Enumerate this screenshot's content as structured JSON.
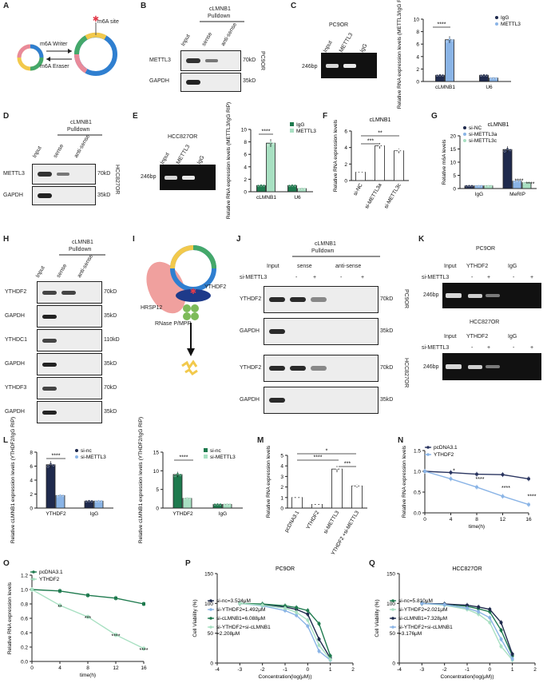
{
  "panels": {
    "A": {
      "letter": "A",
      "m6a_site": "m6A site",
      "writer": "m6A Writer",
      "eraser": "m6A Eraser"
    },
    "B": {
      "letter": "B",
      "pulldown_l1": "cLMNB1",
      "pulldown_l2": "Pulldown",
      "lanes": [
        "Input",
        "sense",
        "anti-sense"
      ],
      "rows": [
        "METTL3",
        "GAPDH"
      ],
      "sizes": [
        "70kD",
        "35kD"
      ],
      "cell": "PC9OR"
    },
    "C": {
      "letter": "C",
      "gel_title": "PC9OR",
      "lanes": [
        "Input",
        "METTL3",
        "IgG"
      ],
      "bp": "246bp"
    },
    "D": {
      "letter": "D",
      "pulldown_l1": "cLMNB1",
      "pulldown_l2": "Pulldown",
      "lanes": [
        "Input",
        "sense",
        "anti-sense"
      ],
      "rows": [
        "METTL3",
        "GAPDH"
      ],
      "sizes": [
        "70kD",
        "35kD"
      ],
      "cell": "HCC827OR"
    },
    "E": {
      "letter": "E",
      "gel_title": "HCC827OR",
      "lanes": [
        "Input",
        "METTL3",
        "IgG"
      ],
      "bp": "246bp"
    },
    "F": {
      "letter": "F"
    },
    "G": {
      "letter": "G"
    },
    "H": {
      "letter": "H",
      "pulldown_l1": "cLMNB1",
      "pulldown_l2": "Pulldown",
      "lanes": [
        "Input",
        "sense",
        "anti-sense"
      ],
      "rows": [
        "YTHDF2",
        "GAPDH",
        "YTHDC1",
        "GAPDH",
        "YTHDF3",
        "GAPDH"
      ],
      "sizes": [
        "70kD",
        "35kD",
        "110kD",
        "35kD",
        "70kD",
        "35kD"
      ]
    },
    "I": {
      "letter": "I",
      "hrsp12": "HRSP12",
      "ythdf2": "YTHDF2",
      "rnase": "RNase P/MPR"
    },
    "J": {
      "letter": "J",
      "pulldown_l1": "cLMNB1",
      "pulldown_l2": "Pulldown",
      "lanes": [
        "Input",
        "sense",
        "anti-sense"
      ],
      "simettl3": "si-METTL3",
      "signs": [
        "-",
        "+",
        "-",
        "+"
      ],
      "rows": [
        "YTHDF2",
        "GAPDH",
        "YTHDF2",
        "GAPDH"
      ],
      "sizes": [
        "70kD",
        "35kD",
        "70kD",
        "35kD"
      ],
      "cells": [
        "PC9OR",
        "HCC827OR"
      ]
    },
    "K": {
      "letter": "K",
      "titles": [
        "PC9OR",
        "HCC827OR"
      ],
      "lanes": [
        "Input",
        "YTHDF2",
        "IgG"
      ],
      "simettl3": "si-METTL3",
      "signs": [
        "-",
        "+",
        "-",
        "+"
      ],
      "bp": "246bp"
    },
    "L": {
      "letter": "L"
    },
    "M": {
      "letter": "M"
    },
    "N": {
      "letter": "N"
    },
    "O": {
      "letter": "O"
    },
    "P": {
      "letter": "P"
    },
    "Q": {
      "letter": "Q"
    }
  },
  "chart_data": [
    {
      "id": "C",
      "type": "bar",
      "categories": [
        "cLMNB1",
        "U6"
      ],
      "series": [
        {
          "name": "IgG",
          "color": "#1f2a4d",
          "values": [
            1,
            1
          ]
        },
        {
          "name": "METTL3",
          "color": "#8ab4e6",
          "values": [
            6.7,
            0.55
          ]
        }
      ],
      "ylabel": "Relative RNA expression levels (METTL3/IgG RIP)",
      "ylim": [
        0,
        10
      ],
      "yticks": [
        0,
        2,
        4,
        6,
        8,
        10
      ],
      "sig": [
        "****"
      ]
    },
    {
      "id": "E",
      "type": "bar",
      "categories": [
        "cLMNB1",
        "U6"
      ],
      "series": [
        {
          "name": "IgG",
          "color": "#1e7a4e",
          "values": [
            1,
            1
          ]
        },
        {
          "name": "METTL3",
          "color": "#a8e0c2",
          "values": [
            7.8,
            0.5
          ]
        }
      ],
      "ylabel": "Relative RNA expression levels (METTL3/IgG RIP)",
      "ylim": [
        0,
        10
      ],
      "yticks": [
        0,
        2,
        4,
        6,
        8,
        10
      ],
      "sig": [
        "****"
      ]
    },
    {
      "id": "F",
      "type": "bar",
      "title": "cLMNB1",
      "categories": [
        "si-NC",
        "si-METTL3a",
        "si-METTL3c"
      ],
      "values": [
        1,
        4.2,
        3.6
      ],
      "ylabel": "Relative RNA expression levels",
      "ylim": [
        0,
        6
      ],
      "yticks": [
        0,
        2,
        4,
        6
      ],
      "sig": [
        "***",
        "**"
      ]
    },
    {
      "id": "G",
      "type": "bar",
      "title": "cLMNB1",
      "categories": [
        "IgG",
        "MeRIP"
      ],
      "series": [
        {
          "name": "si-NC",
          "color": "#1f2a4d",
          "values": [
            1,
            14.8
          ]
        },
        {
          "name": "si-METTL3a",
          "color": "#8ab4e6",
          "values": [
            1,
            2.8
          ]
        },
        {
          "name": "si-METTL3c",
          "color": "#a8e0c2",
          "values": [
            1,
            2.2
          ]
        }
      ],
      "ylabel": "Relative m6A levels",
      "ylim": [
        0,
        20
      ],
      "yticks": [
        0,
        5,
        10,
        15,
        20
      ],
      "sig": [
        "****",
        "****"
      ]
    },
    {
      "id": "L1",
      "type": "bar",
      "categories": [
        "YTHDF2",
        "IgG"
      ],
      "series": [
        {
          "name": "si-nc",
          "color": "#1f2a4d",
          "values": [
            6.2,
            1
          ]
        },
        {
          "name": "si-METTL3",
          "color": "#8ab4e6",
          "values": [
            1.8,
            1
          ]
        }
      ],
      "ylabel": "Relative cLMNB1 expression levels (YTHDF2/IgG RIP)",
      "ylim": [
        0,
        8
      ],
      "yticks": [
        0,
        2,
        4,
        6,
        8
      ],
      "sig": [
        "****"
      ]
    },
    {
      "id": "L2",
      "type": "bar",
      "categories": [
        "YTHDF2",
        "IgG"
      ],
      "series": [
        {
          "name": "si-nc",
          "color": "#1e7a4e",
          "values": [
            9.0,
            1
          ]
        },
        {
          "name": "si-METTL3",
          "color": "#a8e0c2",
          "values": [
            2.6,
            1
          ]
        }
      ],
      "ylabel": "Relative cLMNB1 expression levels (YTHDF2/IgG RIP)",
      "ylim": [
        0,
        15
      ],
      "yticks": [
        0,
        5,
        10,
        15
      ],
      "sig": [
        "****"
      ]
    },
    {
      "id": "M",
      "type": "bar",
      "categories": [
        "pcDNA3.1",
        "YTHDF2",
        "si-METTL3",
        "YTHDF2 +si-METTL3"
      ],
      "values": [
        1,
        0.35,
        3.7,
        2.1
      ],
      "ylabel": "Relative RNA expression levels",
      "ylim": [
        0,
        5
      ],
      "yticks": [
        0,
        1,
        2,
        3,
        4,
        5
      ],
      "sig": [
        "*",
        "****",
        "***"
      ]
    },
    {
      "id": "N",
      "type": "line",
      "x": [
        0,
        4,
        8,
        12,
        16
      ],
      "series": [
        {
          "name": "pcDNA3.1",
          "color": "#2a3560",
          "values": [
            1.0,
            0.97,
            0.93,
            0.92,
            0.82
          ]
        },
        {
          "name": "YTHDF2",
          "color": "#8ab4e6",
          "values": [
            1.0,
            0.82,
            0.62,
            0.4,
            0.2
          ]
        }
      ],
      "xlabel": "time(h)",
      "ylabel": "Relative RNA expression levels",
      "xlim": [
        0,
        16
      ],
      "ylim": [
        0,
        1.5
      ],
      "yticks": [
        0.0,
        0.5,
        1.0,
        1.5
      ],
      "sig": [
        "*",
        "****",
        "****",
        "****"
      ]
    },
    {
      "id": "O",
      "type": "line",
      "x": [
        0,
        4,
        8,
        12,
        16
      ],
      "series": [
        {
          "name": "pcDNA3.1",
          "color": "#1e7a4e",
          "values": [
            1.0,
            0.98,
            0.92,
            0.88,
            0.8
          ]
        },
        {
          "name": "YTHDF2",
          "color": "#a8e0c2",
          "values": [
            1.0,
            0.78,
            0.62,
            0.37,
            0.18
          ]
        }
      ],
      "xlabel": "time(h)",
      "ylabel": "Relative RNA expression levels",
      "xlim": [
        0,
        16
      ],
      "ylim": [
        0,
        1.2
      ],
      "yticks": [
        0.0,
        0.2,
        0.4,
        0.6,
        0.8,
        1.0,
        1.2
      ],
      "sig": [
        "**",
        "***",
        "****",
        "****"
      ]
    },
    {
      "id": "P",
      "type": "line",
      "title": "PC9OR",
      "x": [
        -3,
        -2,
        -1,
        -0.5,
        0,
        0.5,
        1
      ],
      "series": [
        {
          "name": "si-nc=3.524μM",
          "color": "#1f2a4d",
          "values": [
            100,
            98,
            94,
            90,
            82,
            40,
            8
          ]
        },
        {
          "name": "si-YTHDF2=1.492μM",
          "color": "#8ab4e6",
          "values": [
            100,
            96,
            88,
            80,
            62,
            20,
            5
          ]
        },
        {
          "name": "si-cLMNB1=6.088μM",
          "color": "#1e7a4e",
          "values": [
            100,
            99,
            96,
            93,
            88,
            66,
            12
          ]
        },
        {
          "name": "si-YTHDF2+si-cLMNB1 =2.208μM",
          "color": "#a8e0c2",
          "values": [
            100,
            97,
            92,
            85,
            72,
            30,
            6
          ]
        }
      ],
      "xlabel": "Concentration(log(μM))",
      "ylabel": "Cell Viability (%)",
      "xlim": [
        -4,
        2
      ],
      "ylim": [
        0,
        150
      ],
      "xticks": [
        -4,
        -3,
        -2,
        -1,
        0,
        1,
        2
      ],
      "yticks": [
        0,
        50,
        100,
        150
      ]
    },
    {
      "id": "Q",
      "type": "line",
      "title": "HCC827OR",
      "x": [
        -3,
        -2,
        -1,
        -0.5,
        0,
        0.5,
        1
      ],
      "series": [
        {
          "name": "si-nc=5.810μM",
          "color": "#1e7a4e",
          "values": [
            100,
            99,
            95,
            91,
            86,
            55,
            12
          ]
        },
        {
          "name": "si-YTHDF2=2.021μM",
          "color": "#a8e0c2",
          "values": [
            100,
            97,
            90,
            82,
            68,
            28,
            5
          ]
        },
        {
          "name": "si-cLMNB1=7.328μM",
          "color": "#1f2a4d",
          "values": [
            100,
            99,
            97,
            94,
            90,
            68,
            15
          ]
        },
        {
          "name": "si-YTHDF2+si-cLMNB1 =3.176μM",
          "color": "#8ab4e6",
          "values": [
            100,
            98,
            92,
            86,
            76,
            40,
            7
          ]
        }
      ],
      "xlabel": "Concentration(log(μM))",
      "ylabel": "Cell Viability (%)",
      "xlim": [
        -4,
        2
      ],
      "ylim": [
        0,
        150
      ],
      "xticks": [
        -4,
        -3,
        -2,
        -1,
        0,
        1,
        2
      ],
      "yticks": [
        0,
        50,
        100,
        150
      ]
    }
  ]
}
